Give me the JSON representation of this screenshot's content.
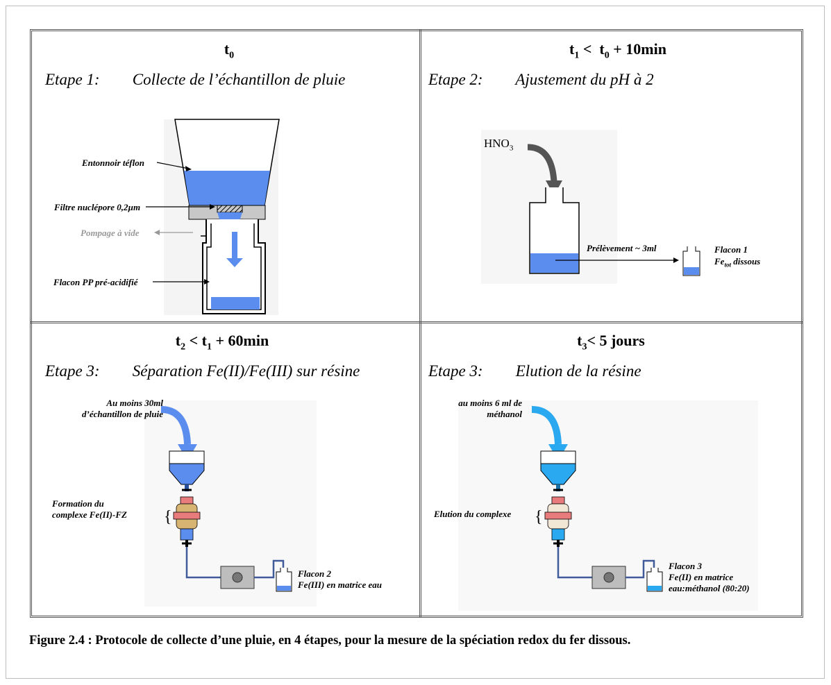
{
  "panels": [
    {
      "time": "t0",
      "step_label": "Etape 1:",
      "step_title": "Collecte de l’échantillon de pluie",
      "labels": {
        "funnel": "Entonnoir téflon",
        "filter": "Filtre nuclépore 0,2µm",
        "pump": "Pompage à vide",
        "bottle": "Flacon PP pré-acidifié"
      }
    },
    {
      "time": "t1 < t0 + 10min",
      "step_label": "Etape 2:",
      "step_title": "Ajustement du pH à 2",
      "labels": {
        "reagent": "HNO3",
        "sampling": "Prélèvement ~ 3ml",
        "flask_name": "Flacon 1",
        "flask_content": "Fetot dissous"
      }
    },
    {
      "time": "t2 < t1 + 60min",
      "step_label": "Etape 3:",
      "step_title": "Séparation Fe(II)/Fe(III) sur résine",
      "labels": {
        "input_line1": "Au moins 30ml",
        "input_line2": "d’échantillon de pluie",
        "complex_line1": "Formation du",
        "complex_line2": "complexe Fe(II)-FZ",
        "flask_name": "Flacon 2",
        "flask_content": "Fe(III) en matrice eau"
      }
    },
    {
      "time": "t3< 5 jours",
      "step_label": "Etape 3:",
      "step_title": "Elution de la résine",
      "labels": {
        "input_line1": "au moins 6 ml de",
        "input_line2": "méthanol",
        "elution": "Elution du complexe",
        "flask_name": "Flacon 3",
        "flask_content_line1": "Fe(II) en matrice",
        "flask_content_line2": "eau:méthanol (80:20)"
      }
    }
  ],
  "caption": "Figure 2.4 : Protocole de collecte d’une pluie, en 4 étapes, pour la mesure de la spéciation redox du fer dissous.",
  "colors": {
    "water": "#5b8def",
    "water_light": "#2aa9f0",
    "resin": "#d8b472",
    "connector": "#e87c7c",
    "pump_box": "#bdbdbd"
  }
}
